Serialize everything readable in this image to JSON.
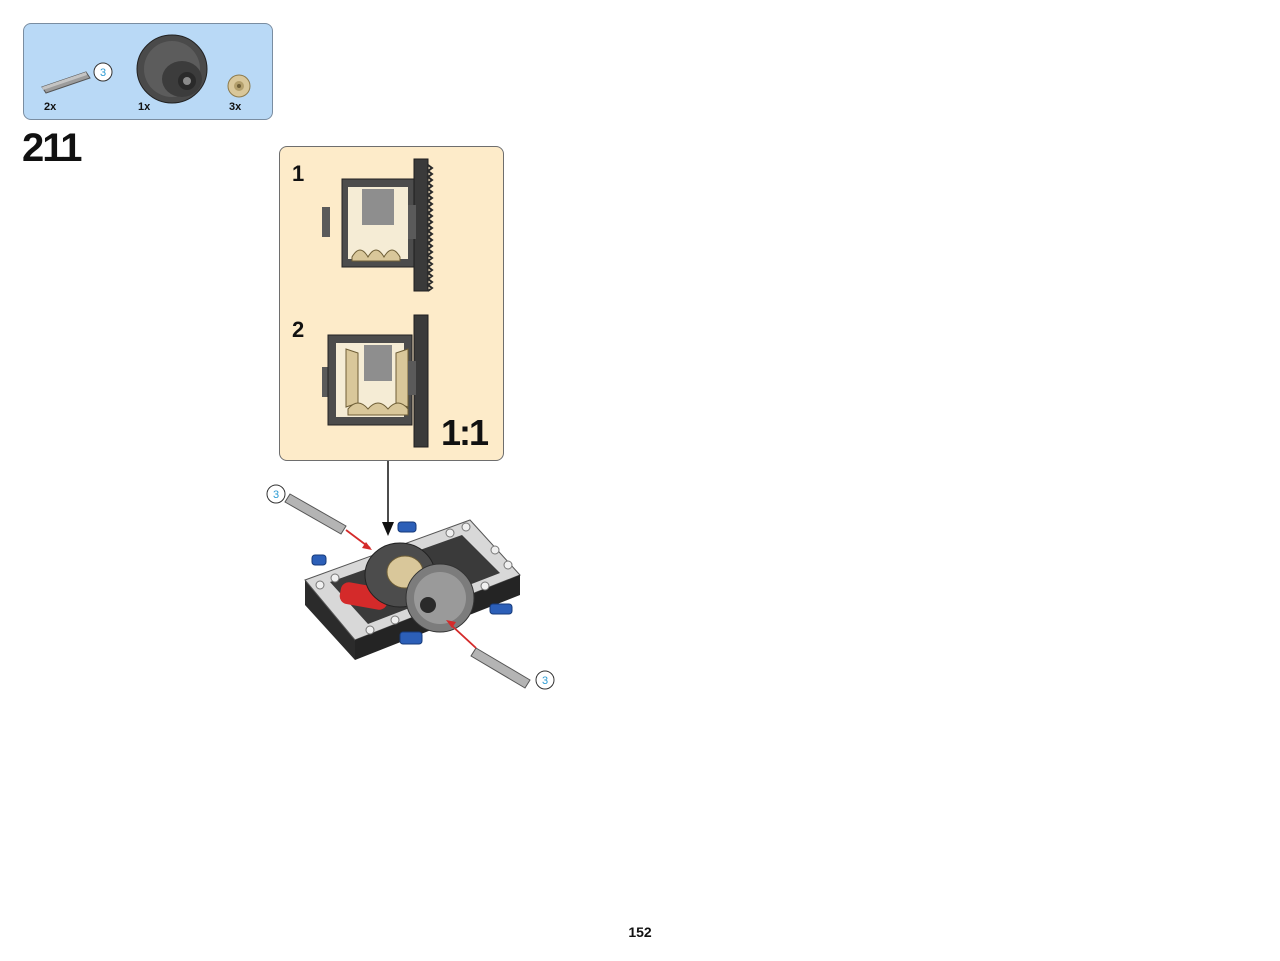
{
  "step": {
    "number": "211"
  },
  "parts_list": {
    "items": [
      {
        "name": "axle-3",
        "quantity": "2x",
        "length_label": "3"
      },
      {
        "name": "differential-housing",
        "quantity": "1x"
      },
      {
        "name": "bevel-gear",
        "quantity": "3x"
      }
    ]
  },
  "callout": {
    "sub_steps": [
      "1",
      "2"
    ],
    "scale_label": "1:1"
  },
  "assembly": {
    "axle_left_label": "3",
    "axle_right_label": "3"
  },
  "page": {
    "number": "152"
  },
  "colors": {
    "parts_bg": "#b9d9f6",
    "callout_bg": "#fdebc9",
    "axle_label": "#2b9bd4",
    "arrow_red": "#d42a2a",
    "frame_gray": "#3a3a3a",
    "pin_blue": "#2c5fb8",
    "tan": "#d9c79a"
  }
}
